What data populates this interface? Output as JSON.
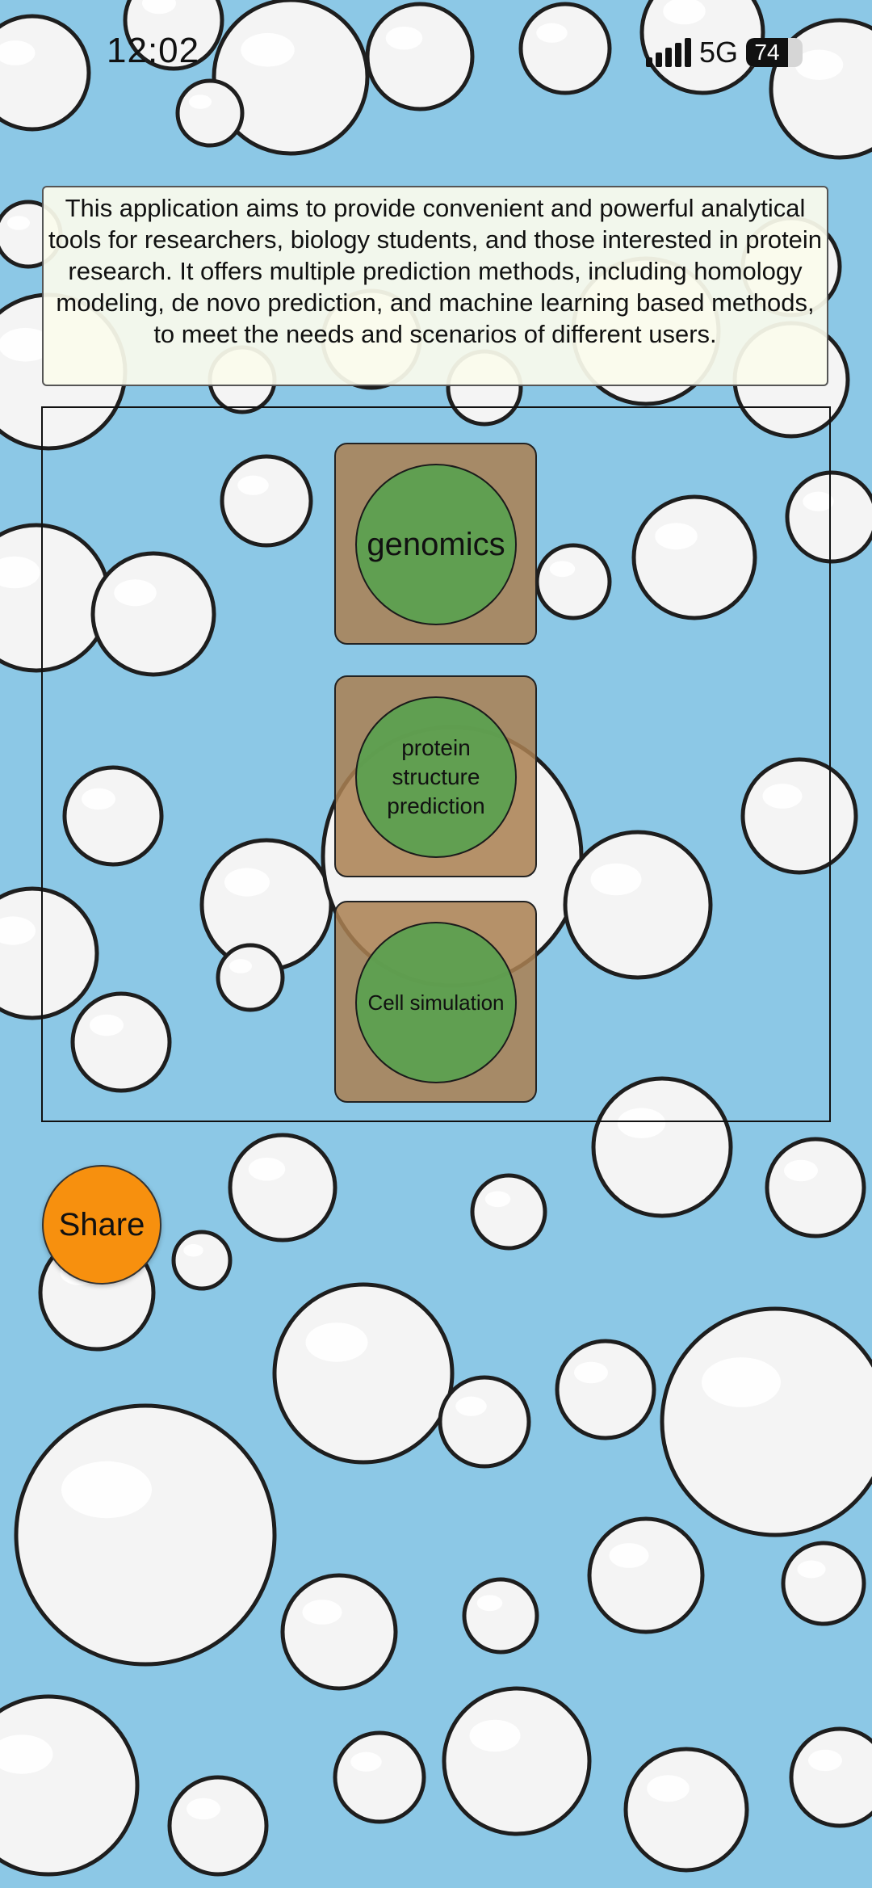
{
  "status_bar": {
    "time": "12:02",
    "network": "5G",
    "battery_level": "74",
    "battery_fraction": 0.74
  },
  "intro": {
    "text": "This application aims to provide convenient and powerful analytical tools for researchers, biology students, and those interested in protein research. It offers multiple prediction methods, including homology modeling, de novo prediction, and machine learning based methods, to meet the needs and scenarios of different users."
  },
  "menu": {
    "items": [
      {
        "label": "genomics",
        "icon": "genomics"
      },
      {
        "label": "protein structure prediction",
        "icon": "protein-structure-prediction"
      },
      {
        "label": "Cell simulation",
        "icon": "cell-simulation"
      }
    ]
  },
  "share": {
    "label": "Share",
    "color": "#f7900e"
  },
  "colors": {
    "background": "#8cc8e6",
    "card": "#aa8052",
    "circle": "#5aa050",
    "bubble": "#ffffff"
  }
}
